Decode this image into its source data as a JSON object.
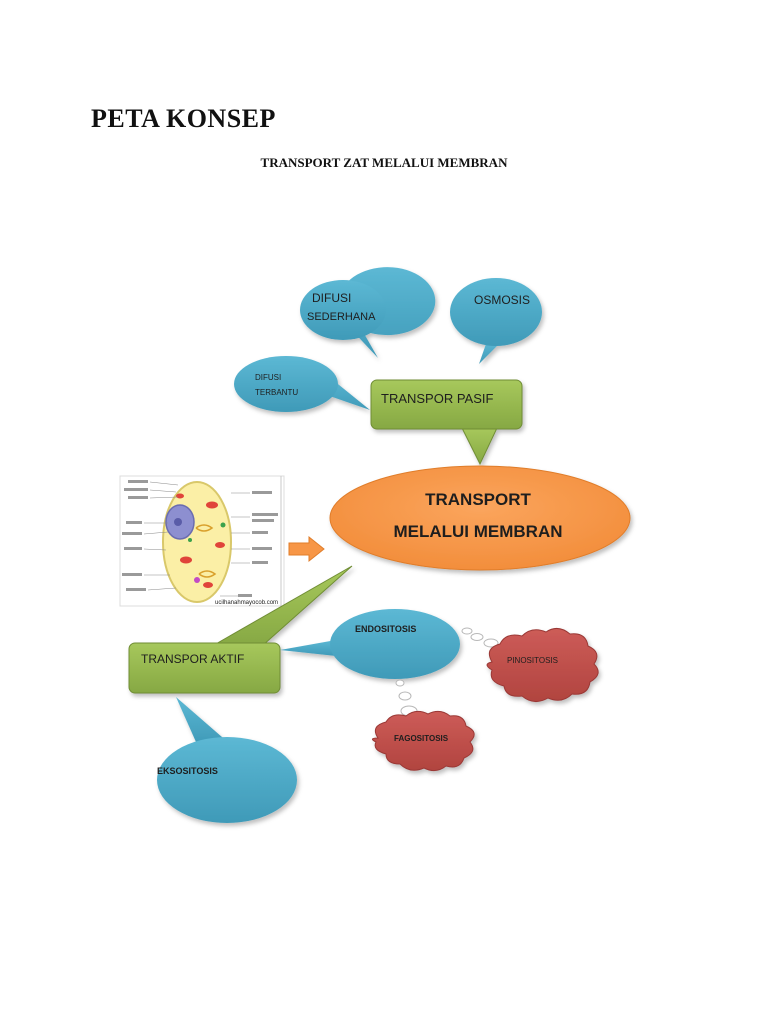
{
  "document": {
    "title": "PETA KONSEP",
    "subtitle": "TRANSPORT ZAT MELALUI MEMBRAN"
  },
  "concept_map": {
    "central": {
      "line1": "TRANSPORT",
      "line2": "MELALUI MEMBRAN"
    },
    "passive": {
      "label": "TRANSPOR PASIF",
      "children": [
        {
          "line1": "DIFUSI",
          "line2": "SEDERHANA"
        },
        {
          "line1": "OSMOSIS",
          "line2": ""
        },
        {
          "line1": "DIFUSI",
          "line2": "TERBANTU"
        }
      ]
    },
    "active": {
      "label": "TRANSPOR AKTIF",
      "children": {
        "endocytosis": "ENDOSITOSIS",
        "exocytosis": "EKSOSITOSIS",
        "pinocytosis": "PINOSITOSIS",
        "phagocytosis": "FAGOSITOSIS"
      }
    },
    "cell_image": {
      "credit": "ucilhanahmayocob.com"
    }
  },
  "colors": {
    "green": "#92b64a",
    "green_edge": "#6f8d34",
    "blue": "#4ba9c7",
    "orange": "#f79646",
    "red_cloud": "#c0504d",
    "cell_fill": "#fbefa6"
  }
}
